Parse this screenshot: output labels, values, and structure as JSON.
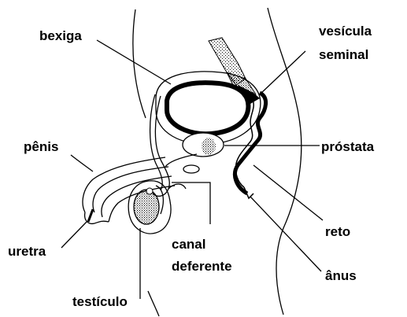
{
  "labels": {
    "bexiga": "bexiga",
    "vesicula_line1": "vesícula",
    "vesicula_line2": "seminal",
    "penis": "pênis",
    "prostata": "próstata",
    "uretra": "uretra",
    "canal_line1": "canal",
    "canal_line2": "deferente",
    "reto": "reto",
    "anus": "ânus",
    "testiculo": "testículo"
  },
  "colors": {
    "ink": "#000000",
    "background": "#ffffff"
  }
}
